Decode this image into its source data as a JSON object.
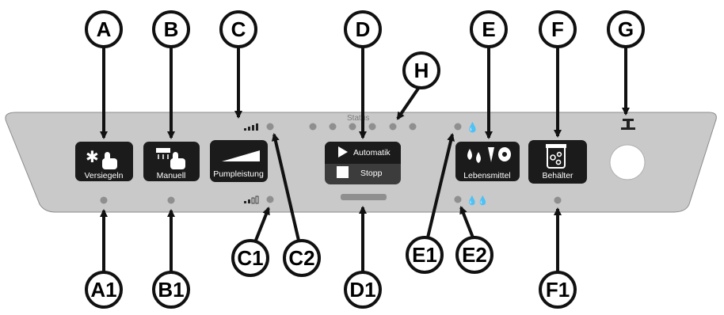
{
  "panel": {
    "status_label": "Status",
    "buttons": {
      "versiegeln": "Versiegeln",
      "manuell": "Manuell",
      "pumpleistung": "Pumpleistung",
      "automatik": "Automatik",
      "stopp": "Stopp",
      "lebensmittel": "Lebensmittel",
      "behaelter": "Behälter"
    }
  },
  "callouts": {
    "A": "A",
    "B": "B",
    "C": "C",
    "D": "D",
    "E": "E",
    "F": "F",
    "G": "G",
    "H": "H",
    "A1": "A1",
    "B1": "B1",
    "C1": "C1",
    "C2": "C2",
    "D1": "D1",
    "E1": "E1",
    "E2": "E2",
    "F1": "F1"
  },
  "colors": {
    "panel": "#c8c8c8",
    "panel_edge": "#8a8a8a",
    "button": "#1b1b1b",
    "button_lower": "#3c3c3c",
    "led": "#8f8f8f",
    "callout_stroke": "#111111"
  }
}
